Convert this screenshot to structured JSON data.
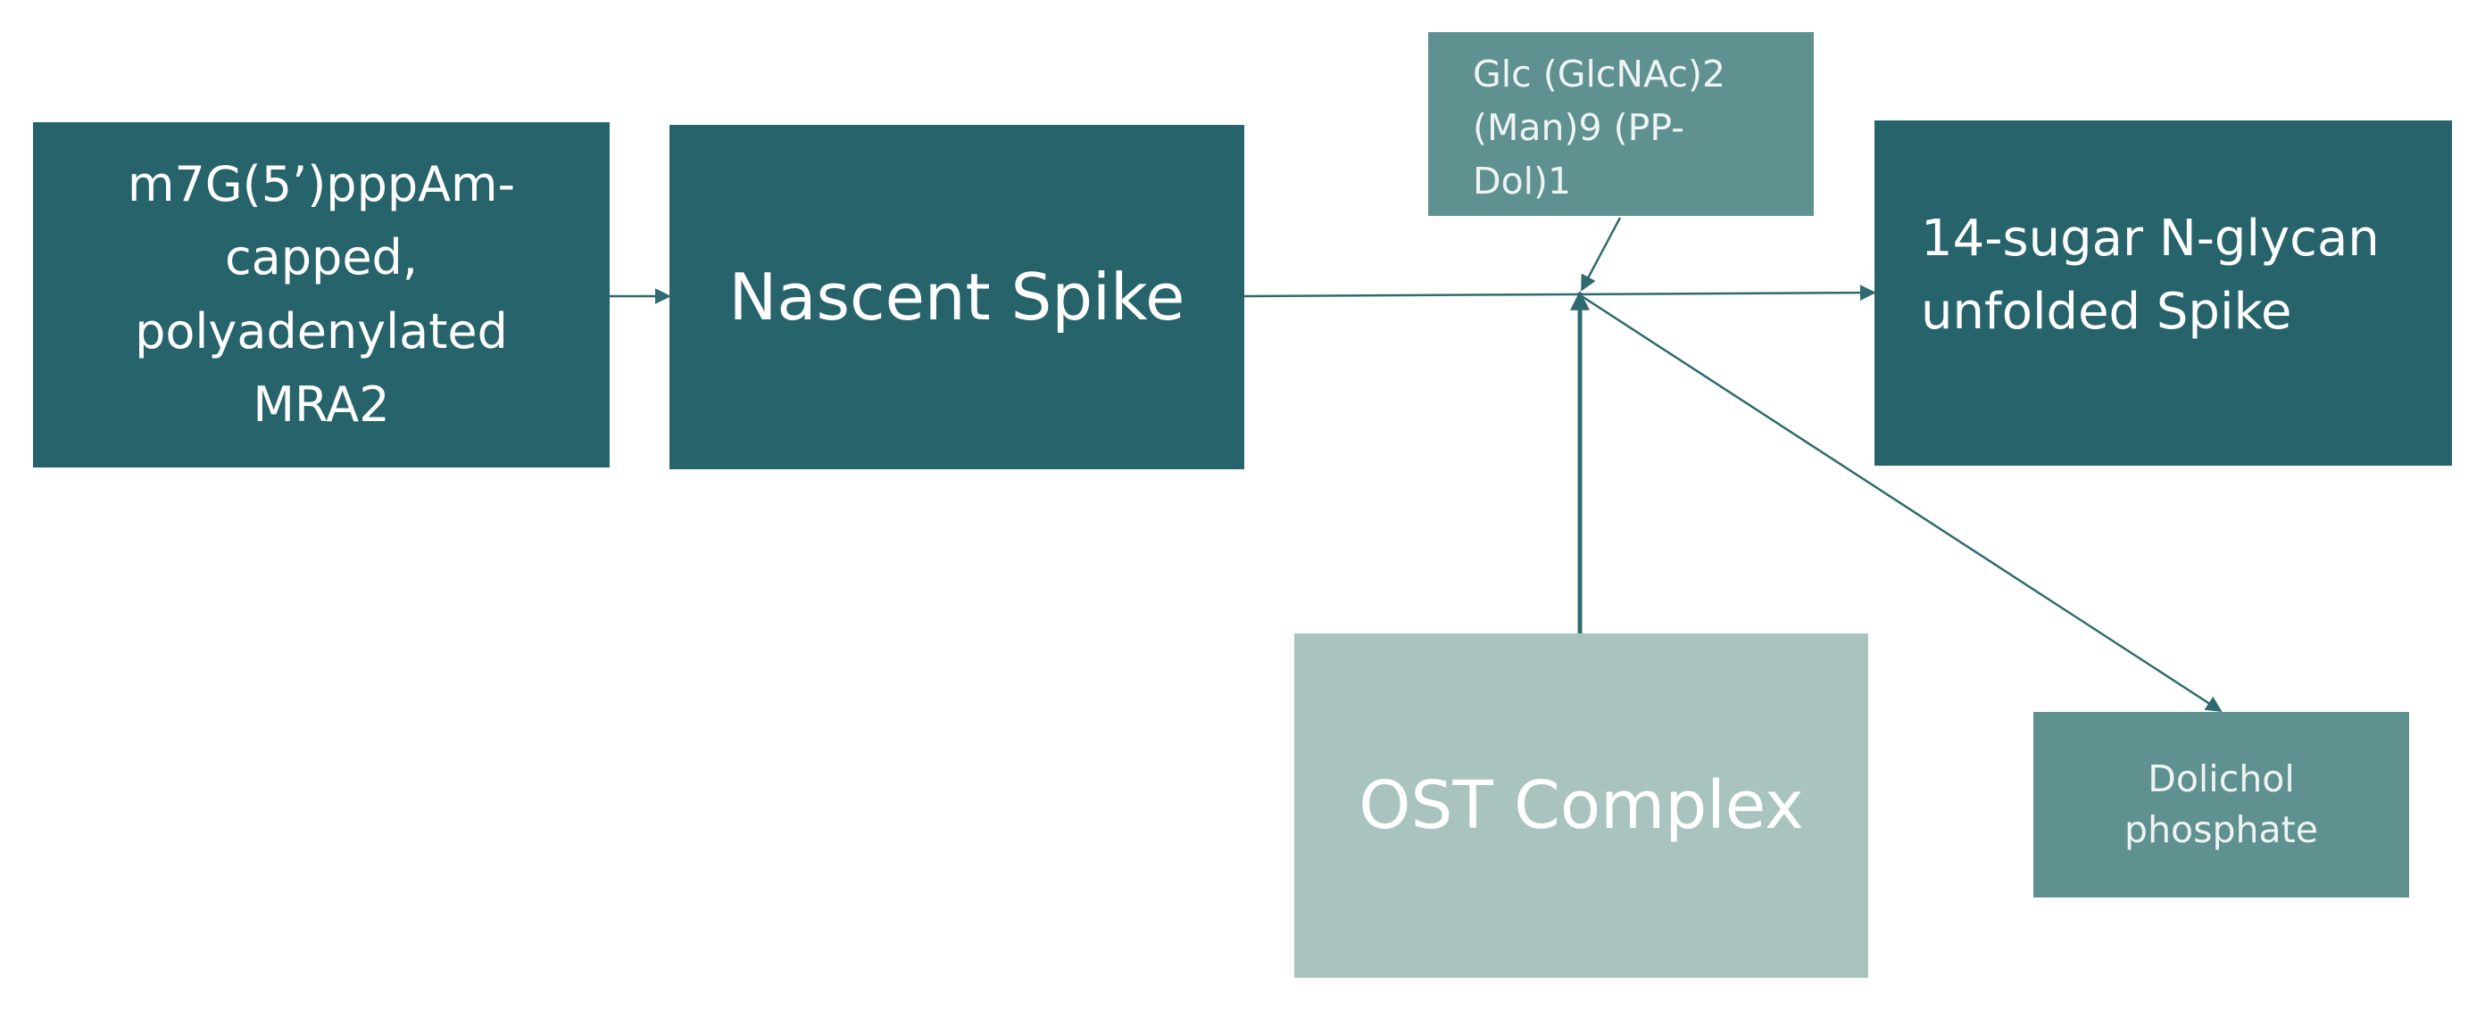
{
  "nodes": {
    "mrna": {
      "label": "m7G(5’)pppAm-capped, polyadenylated MRA2",
      "lines": [
        "m7G(5’)pppAm-",
        "capped,",
        "polyadenylated",
        "MRA2"
      ]
    },
    "nascent_spike": {
      "label": "Nascent Spike"
    },
    "glc": {
      "label": "Glc (GlcNAc)2 (Man)9 (PP-Dol)1",
      "lines": [
        "Glc (GlcNAc)2",
        "(Man)9 (PP-",
        "Dol)1"
      ]
    },
    "sugar_spike": {
      "label": "14-sugar N-glycan unfolded Spike",
      "lines": [
        "14-sugar N-glycan",
        "unfolded Spike"
      ]
    },
    "ost": {
      "label": "OST Complex"
    },
    "dolichol": {
      "label": "Dolichol phosphate",
      "lines": [
        "Dolichol",
        "phosphate"
      ]
    }
  },
  "edges": [
    {
      "from": "mrna",
      "to": "nascent_spike"
    },
    {
      "from": "nascent_spike",
      "to": "sugar_spike"
    },
    {
      "from": "glc",
      "to": "reaction"
    },
    {
      "from": "ost",
      "to": "reaction"
    },
    {
      "from": "reaction",
      "to": "dolichol"
    }
  ],
  "colors": {
    "primary": "#27636b",
    "secondary": "#5f9190",
    "light": "#a9c4bf",
    "arrow": "#2f6a70"
  }
}
